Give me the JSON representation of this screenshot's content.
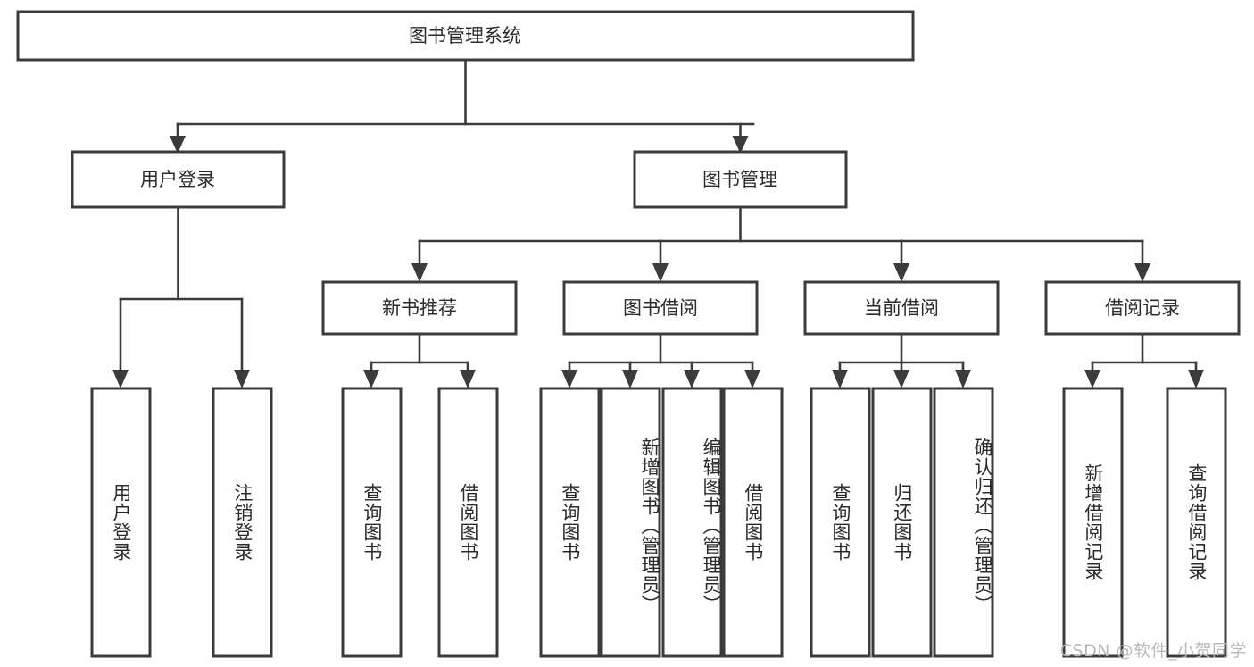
{
  "diagram": {
    "type": "tree-hierarchy",
    "title": "图书管理系统",
    "watermark": "CSDN @软件_小贺同学",
    "colors": {
      "stroke": "#3b3b3b",
      "fill": "#ffffff",
      "text": "#2b2b2b",
      "watermark": "#b9b9b9"
    },
    "levels": {
      "level1": {
        "nodes": [
          {
            "id": "root",
            "label": "图书管理系统",
            "orientation": "horizontal"
          }
        ]
      },
      "level2": {
        "nodes": [
          {
            "id": "login",
            "label": "用户登录",
            "orientation": "horizontal",
            "parent": "root"
          },
          {
            "id": "bookmgmt",
            "label": "图书管理",
            "orientation": "horizontal",
            "parent": "root"
          }
        ]
      },
      "level3": {
        "nodes": [
          {
            "id": "newbook",
            "label": "新书推荐",
            "orientation": "horizontal",
            "parent": "bookmgmt"
          },
          {
            "id": "borrow",
            "label": "图书借阅",
            "orientation": "horizontal",
            "parent": "bookmgmt"
          },
          {
            "id": "current",
            "label": "当前借阅",
            "orientation": "horizontal",
            "parent": "bookmgmt"
          },
          {
            "id": "record",
            "label": "借阅记录",
            "orientation": "horizontal",
            "parent": "bookmgmt"
          }
        ]
      },
      "level4": {
        "nodes": [
          {
            "id": "leaf-1",
            "label": "用户登录",
            "orientation": "vertical",
            "parent": "login"
          },
          {
            "id": "leaf-2",
            "label": "注销登录",
            "orientation": "vertical",
            "parent": "login"
          },
          {
            "id": "leaf-3",
            "label": "查询图书",
            "orientation": "vertical",
            "parent": "newbook"
          },
          {
            "id": "leaf-4",
            "label": "借阅图书",
            "orientation": "vertical",
            "parent": "newbook"
          },
          {
            "id": "leaf-5",
            "label": "查询图书",
            "orientation": "vertical",
            "parent": "borrow"
          },
          {
            "id": "leaf-6",
            "label": "新增图书（管理员）",
            "orientation": "vertical",
            "parent": "borrow"
          },
          {
            "id": "leaf-7",
            "label": "编辑图书（管理员）",
            "orientation": "vertical",
            "parent": "borrow"
          },
          {
            "id": "leaf-8",
            "label": "借阅图书",
            "orientation": "vertical",
            "parent": "borrow"
          },
          {
            "id": "leaf-9",
            "label": "查询图书",
            "orientation": "vertical",
            "parent": "current"
          },
          {
            "id": "leaf-10",
            "label": "归还图书",
            "orientation": "vertical",
            "parent": "current"
          },
          {
            "id": "leaf-11",
            "label": "确认归还（管理员）",
            "orientation": "vertical",
            "parent": "current"
          },
          {
            "id": "leaf-12",
            "label": "新增借阅记录",
            "orientation": "vertical",
            "parent": "record"
          },
          {
            "id": "leaf-13",
            "label": "查询借阅记录",
            "orientation": "vertical",
            "parent": "record"
          }
        ]
      }
    }
  }
}
